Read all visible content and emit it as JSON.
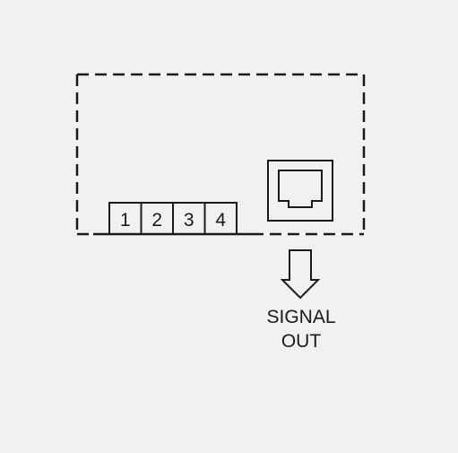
{
  "terminals": [
    {
      "label": "1"
    },
    {
      "label": "2"
    },
    {
      "label": "3"
    },
    {
      "label": "4"
    }
  ],
  "signal_label": {
    "line1": "SIGNAL",
    "line2": "OUT"
  },
  "colors": {
    "background": "#f0f1f3",
    "stroke": "#1a1a1a"
  },
  "icons": {
    "port": "rj45-port-icon",
    "arrow": "down-arrow-icon"
  }
}
